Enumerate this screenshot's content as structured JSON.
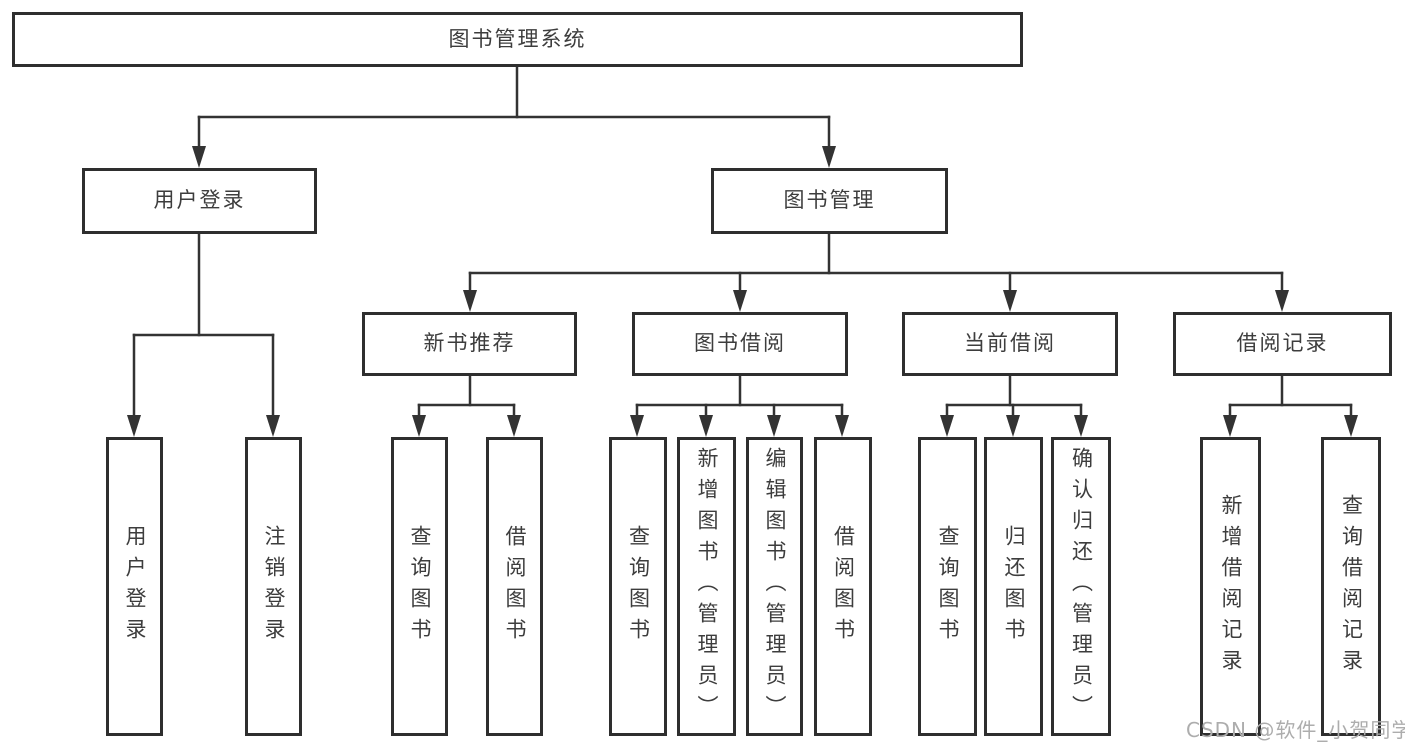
{
  "diagram": {
    "watermark": "CSDN @软件_小贺同学",
    "colors": {
      "background": "#ffffff",
      "box_border": "#2e2e2e",
      "connector": "#333333",
      "text": "#3d3d3d",
      "watermark": "#adadad"
    },
    "tree": {
      "label": "图书管理系统",
      "children": [
        {
          "label": "用户登录",
          "children": [
            {
              "label": "用户登录"
            },
            {
              "label": "注销登录"
            }
          ]
        },
        {
          "label": "图书管理",
          "children": [
            {
              "label": "新书推荐",
              "children": [
                {
                  "label": "查询图书"
                },
                {
                  "label": "借阅图书"
                }
              ]
            },
            {
              "label": "图书借阅",
              "children": [
                {
                  "label": "查询图书"
                },
                {
                  "label": "新增图书（管理员）"
                },
                {
                  "label": "编辑图书（管理员）"
                },
                {
                  "label": "借阅图书"
                }
              ]
            },
            {
              "label": "当前借阅",
              "children": [
                {
                  "label": "查询图书"
                },
                {
                  "label": "归还图书"
                },
                {
                  "label": "确认归还（管理员）"
                }
              ]
            },
            {
              "label": "借阅记录",
              "children": [
                {
                  "label": "新增借阅记录"
                },
                {
                  "label": "查询借阅记录"
                }
              ]
            }
          ]
        }
      ]
    }
  }
}
